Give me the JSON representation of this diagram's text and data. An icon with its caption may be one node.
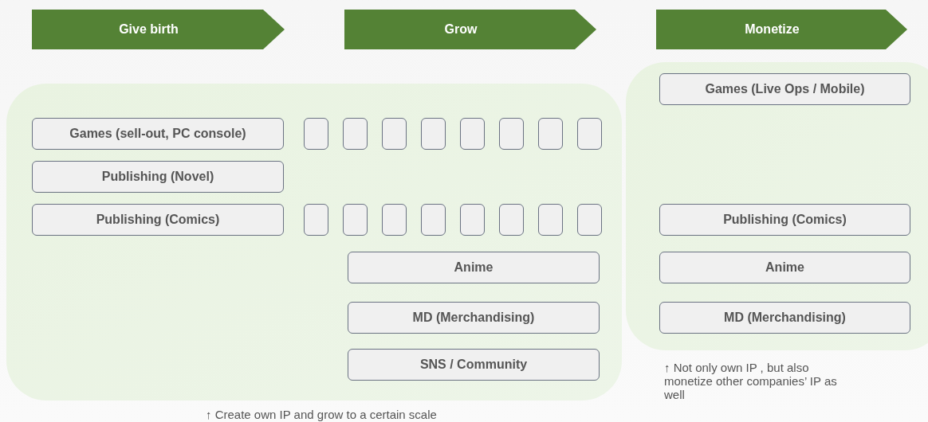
{
  "diagram": {
    "nodes": [
      {
        "text": [
          "Give birth"
        ]
      },
      {
        "text": [
          "Grow"
        ]
      },
      {
        "text": [
          "Monetize"
        ]
      },
      {
        "text": [],
        "shape": "box",
        "beside": [
          "↑ Create own IP and grow to a certain scale"
        ]
      },
      {
        "text": [
          "Games (sell-out, PC console)"
        ],
        "in": 3
      },
      {
        "text": [],
        "shape": "box",
        "in": 3
      },
      {
        "text": [],
        "shape": "box",
        "in": 3
      },
      {
        "text": [],
        "shape": "box",
        "in": 3
      },
      {
        "text": [],
        "shape": "box",
        "in": 3
      },
      {
        "text": [],
        "shape": "box",
        "in": 3
      },
      {
        "text": [],
        "shape": "box",
        "in": 3
      },
      {
        "text": [],
        "shape": "box",
        "in": 3
      },
      {
        "text": [],
        "shape": "box",
        "in": 3
      },
      {
        "text": [
          "Publishing (Novel)"
        ],
        "in": 3
      },
      {
        "text": [
          "Publishing (Comics)"
        ],
        "in": 3
      },
      {
        "text": [],
        "shape": "box",
        "in": 3
      },
      {
        "text": [],
        "shape": "box",
        "in": 3
      },
      {
        "text": [],
        "shape": "box",
        "in": 3
      },
      {
        "text": [],
        "shape": "box",
        "in": 3
      },
      {
        "text": [],
        "shape": "box",
        "in": 3
      },
      {
        "text": [],
        "shape": "box",
        "in": 3
      },
      {
        "text": [],
        "shape": "box",
        "in": 3
      },
      {
        "text": [],
        "shape": "box",
        "in": 3
      },
      {
        "text": [
          "Anime"
        ],
        "in": 3
      },
      {
        "text": [
          "MD (Merchandising)"
        ],
        "in": 3
      },
      {
        "text": [
          "SNS / Community"
        ],
        "in": 3
      },
      {
        "text": [],
        "shape": "box",
        "beside": [
          "↑ Not only own IP , but also monetize other companies’ IP as well"
        ]
      },
      {
        "text": [
          "Games (Live Ops / Mobile)"
        ],
        "in": 26
      },
      {
        "text": [
          "Publishing (Comics)"
        ],
        "in": 26
      },
      {
        "text": [
          "Anime"
        ],
        "in": 26
      },
      {
        "text": [
          "MD (Merchandising)"
        ],
        "in": 26
      }
    ]
  }
}
